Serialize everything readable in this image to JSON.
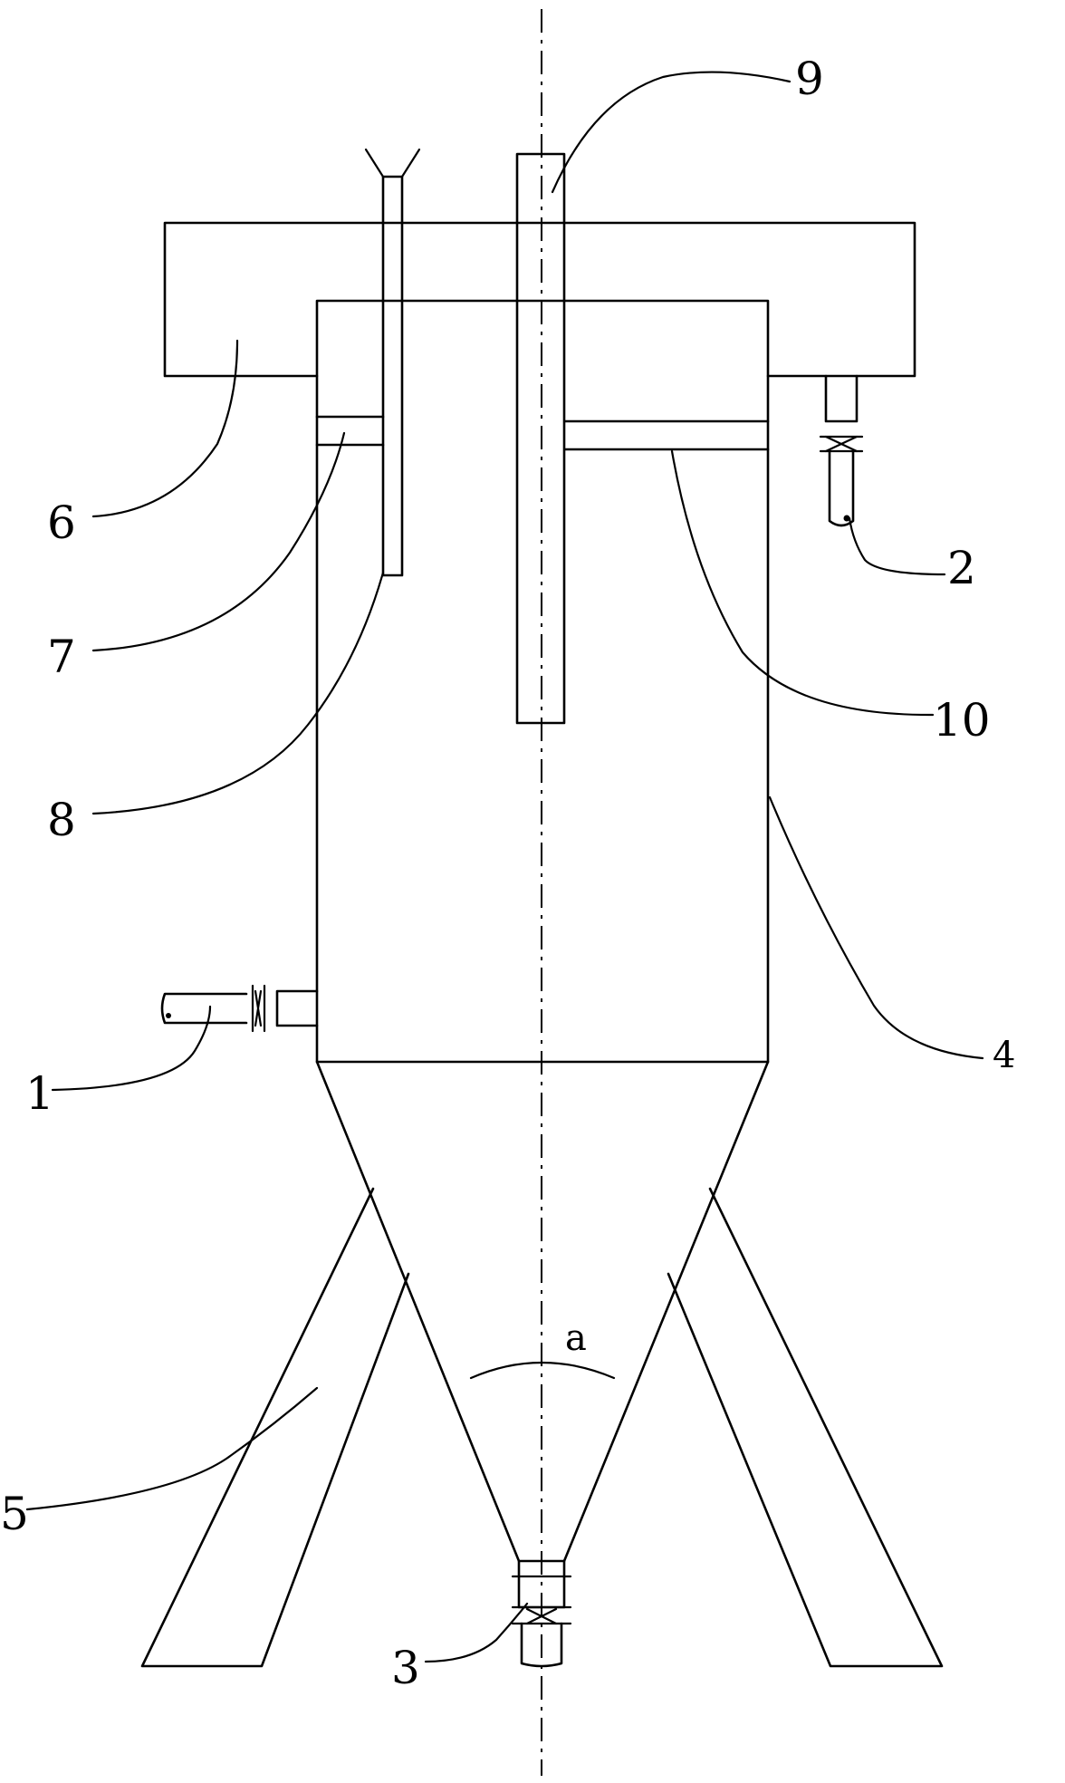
{
  "figure": {
    "labels": {
      "l1": "1",
      "l2": "2",
      "l3": "3",
      "l4": "4",
      "l5": "5",
      "l6": "6",
      "l7": "7",
      "l8": "8",
      "l9": "9",
      "l10": "10",
      "angle": "a"
    }
  }
}
